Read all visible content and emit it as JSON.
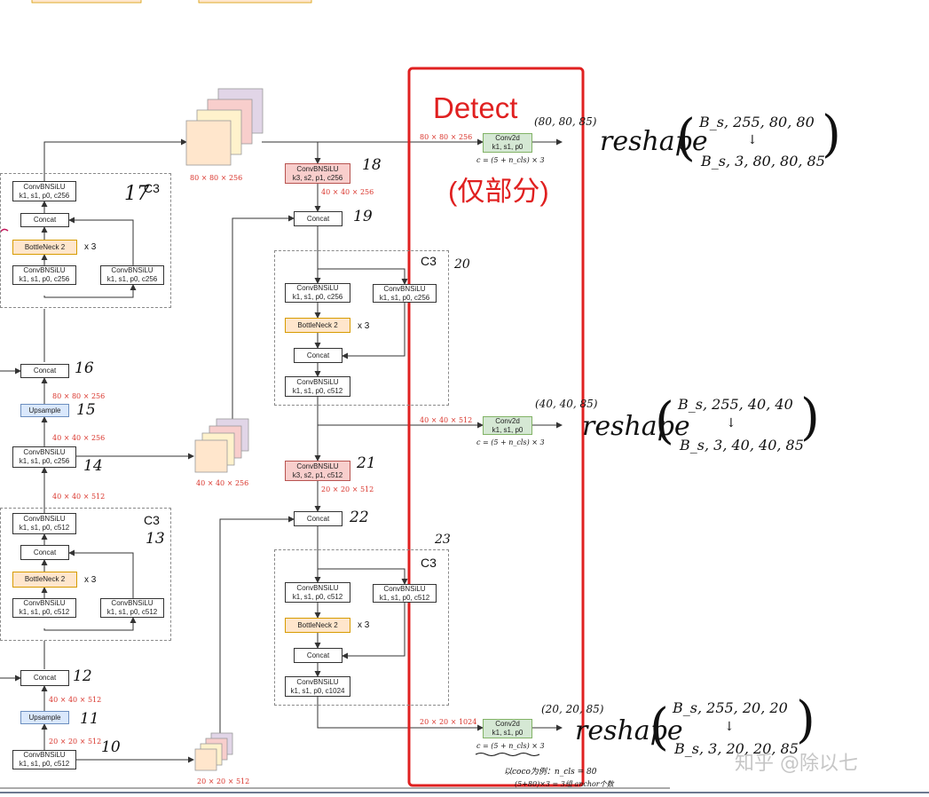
{
  "labels": {
    "conv_bn_silu": "ConvBNSiLU",
    "conv2d": "Conv2d",
    "concat": "Concat",
    "upsample": "Upsample",
    "bottleneck2": "BottleNeck 2",
    "c3": "C3",
    "x3": "x 3"
  },
  "params": {
    "k1s1p0_c256": "k1, s1, p0, c256",
    "k1s1p0_c512": "k1, s1, p0, c512",
    "k1s1p0_c1024": "k1, s1, p0, c1024",
    "k3s2p1_c256": "k3, s2, p1, c256",
    "k3s2p1_c512": "k3, s2, p1, c512",
    "k1s1p0": "k1, s1, p0"
  },
  "dims": {
    "d80x80x256": "80 × 80 × 256",
    "d40x40x256": "40 × 40 × 256",
    "d40x40x512": "40 × 40 × 512",
    "d20x20x512": "20 × 20 × 512",
    "d20x20x1024": "20 × 20 × 1024"
  },
  "formula": "c = (5 + n_cls) × 3",
  "detect": {
    "title": "Detect",
    "subtitle": "(仅部分)"
  },
  "layer_numbers": {
    "n10": "10",
    "n11": "11",
    "n12": "12",
    "n13": "13",
    "n14": "14",
    "n15": "15",
    "n16": "16",
    "n17": "17",
    "n18": "18",
    "n19": "19",
    "n20": "20",
    "n21": "21",
    "n22": "22",
    "n23": "23"
  },
  "notes": {
    "reshape": "reshape",
    "shape1": "(80, 80, 85)",
    "shape2": "(40, 40, 85)",
    "shape3": "(20, 20, 85)",
    "r1_top": "B_s, 255, 80, 80",
    "r1_bottom": "B_s, 3, 80, 80, 85",
    "r2_top": "B_s, 255, 40, 40",
    "r2_bottom": "B_s, 3, 40, 40, 85",
    "r3_top": "B_s, 255, 20, 20",
    "r3_bottom": "B_s, 3, 20, 20, 85",
    "arrow": "↓",
    "coco_note": "以coco为例：n_cls = 80",
    "anchor_note": "(5+80)×3 = 3组 anchor个数"
  },
  "watermark": "知乎 @除以七",
  "colors": {
    "red": "#e02020",
    "dim_red": "#d9342b",
    "orange": "#ffe6cc",
    "pink": "#f8cecc",
    "green": "#d5e8d4",
    "blue": "#dae8fc",
    "stack": [
      "#ffe6cc",
      "#fff2cc",
      "#f8cecc",
      "#e1d5e7"
    ]
  }
}
